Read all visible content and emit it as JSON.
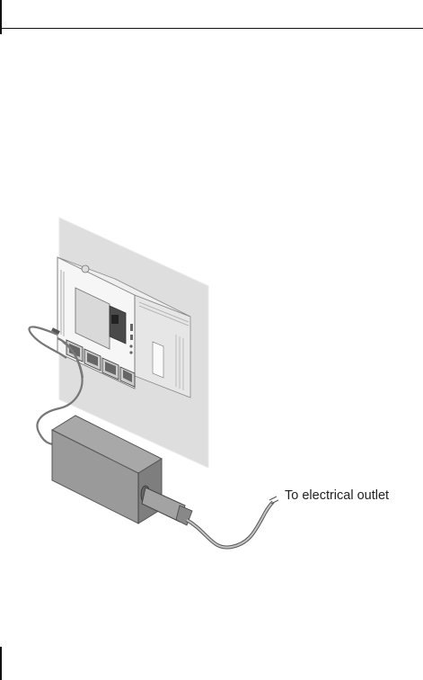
{
  "figure": {
    "callout_label": "To electrical outlet",
    "description_icons": [
      "wall-plate",
      "router-device",
      "ethernet-port",
      "power-adapter",
      "power-cord"
    ]
  },
  "colors": {
    "rule": "#111111",
    "wall": "#e2e2e2",
    "device": "#f4f4f4",
    "adapter": "#9e9e9e",
    "cord": "#8c8c8c"
  }
}
